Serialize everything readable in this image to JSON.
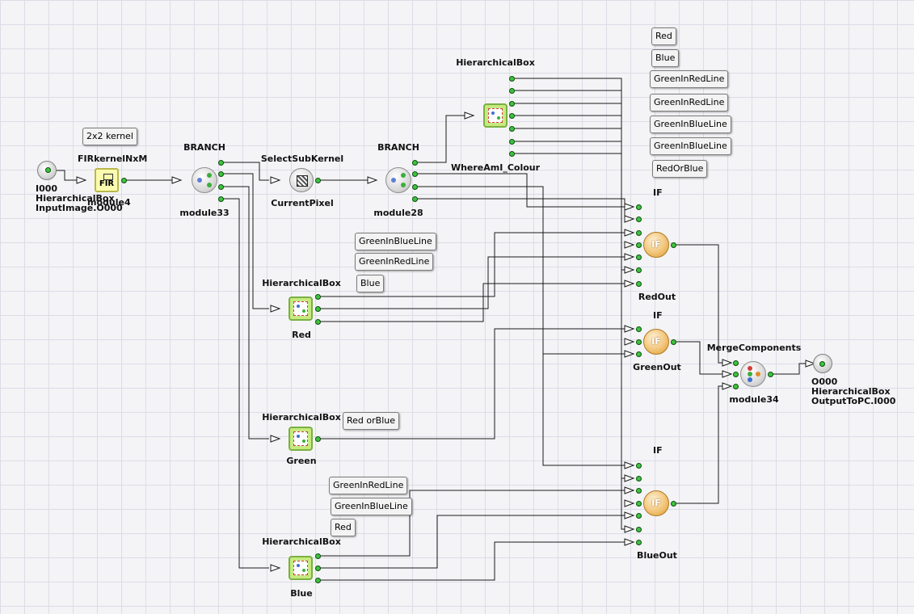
{
  "colors": {
    "canvas": "#f4f4f7",
    "grid": "#dcdce6",
    "wire": "#1a1a1a",
    "port": "#3ec43e",
    "if_node": "#f0c070",
    "box_node": "#c6ea80"
  },
  "nodes": {
    "input": {
      "name": "I000",
      "lines": [
        "HierarchicalBox",
        "InputImage.O000"
      ]
    },
    "fir": {
      "title": "FIRkernelNxM",
      "icon_text": "FIR",
      "name": "module4",
      "param": "2x2 kernel"
    },
    "branch1": {
      "title": "BRANCH",
      "name": "module33"
    },
    "select": {
      "title": "SelectSubKernel",
      "name": "CurrentPixel"
    },
    "branch2": {
      "title": "BRANCH",
      "name": "module28"
    },
    "where": {
      "title": "HierarchicalBox",
      "name": "WhereAmI_Colour"
    },
    "red": {
      "title": "HierarchicalBox",
      "name": "Red"
    },
    "green": {
      "title": "HierarchicalBox",
      "name": "Green"
    },
    "blue": {
      "title": "HierarchicalBox",
      "name": "Blue"
    },
    "if_red": {
      "title": "IF",
      "icon_text": "IF",
      "name": "RedOut"
    },
    "if_green": {
      "title": "IF",
      "icon_text": "IF",
      "name": "GreenOut"
    },
    "if_blue": {
      "title": "IF",
      "icon_text": "IF",
      "name": "BlueOut"
    },
    "merge": {
      "title": "MergeComponents",
      "name": "module34"
    },
    "output": {
      "name": "O000",
      "lines": [
        "HierarchicalBox",
        "OutputToPC.I000"
      ]
    }
  },
  "port_tags": {
    "where": [
      "Red",
      "Blue",
      "GreenInRedLine",
      "GreenInRedLine",
      "GreenInBlueLine",
      "GreenInBlueLine",
      "RedOrBlue"
    ],
    "red": [
      "GreenInBlueLine",
      "GreenInRedLine",
      "Blue"
    ],
    "green": [
      "Red orBlue"
    ],
    "blue": [
      "GreenInRedLine",
      "GreenInBlueLine",
      "Red"
    ]
  }
}
